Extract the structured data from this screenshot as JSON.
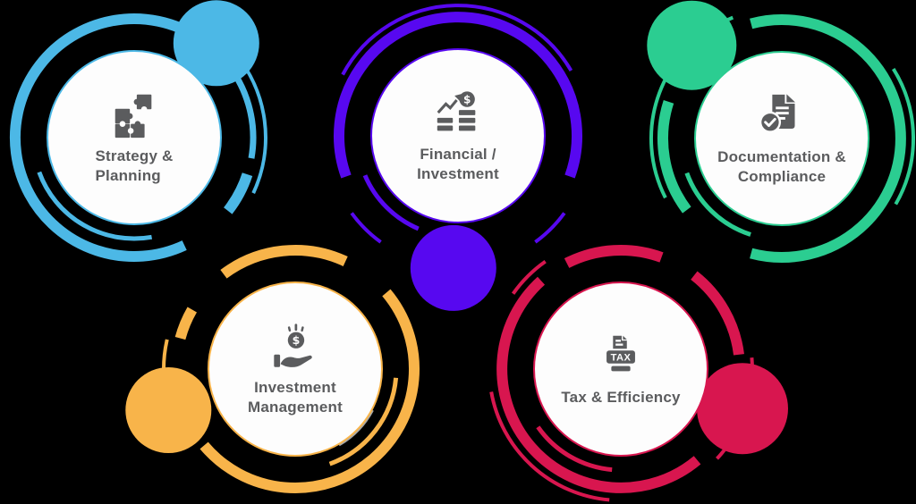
{
  "background_color": "#000000",
  "text_color": "#5b5c5e",
  "icon_color": "#5b5c5e",
  "disc_color": "#fdfdfd",
  "items": [
    {
      "name": "strategy-planning",
      "label_line1": "Strategy &",
      "label_line2": "Planning",
      "color": "#4cb8e6",
      "icon": "puzzle-icon"
    },
    {
      "name": "financial-investment",
      "label_line1": "Financial /",
      "label_line2": "Investment",
      "color": "#5708f0",
      "icon": "growth-coins-icon"
    },
    {
      "name": "documentation-compliance",
      "label_line1": "Documentation &",
      "label_line2": "Compliance",
      "color": "#2bcd91",
      "icon": "document-check-icon"
    },
    {
      "name": "investment-management",
      "label_line1": "Investment",
      "label_line2": "Management",
      "color": "#f8b44a",
      "icon": "hand-coin-icon"
    },
    {
      "name": "tax-efficiency",
      "label_line1": "Tax & Efficiency",
      "label_line2": "",
      "color": "#d8164f",
      "icon": "tax-document-icon"
    }
  ]
}
